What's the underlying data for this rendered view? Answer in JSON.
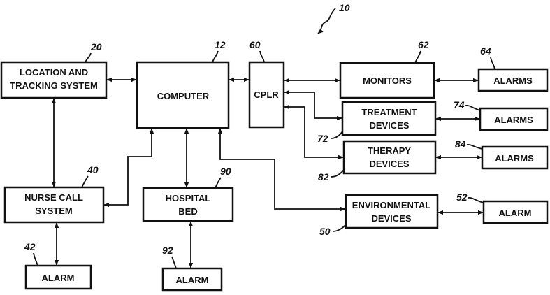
{
  "figure_ref": "10",
  "blocks": {
    "location_tracking": {
      "lines": [
        "LOCATION AND",
        "TRACKING SYSTEM"
      ],
      "ref": "20"
    },
    "computer": {
      "lines": [
        "COMPUTER"
      ],
      "ref": "12"
    },
    "cplr": {
      "lines": [
        "CPLR"
      ],
      "ref": "60"
    },
    "monitors": {
      "lines": [
        "MONITORS"
      ],
      "ref": "62"
    },
    "monitors_alarms": {
      "lines": [
        "ALARMS"
      ],
      "ref": "64"
    },
    "treatment_devices": {
      "lines": [
        "TREATMENT",
        "DEVICES"
      ],
      "ref": "72"
    },
    "treatment_alarms": {
      "lines": [
        "ALARMS"
      ],
      "ref": "74"
    },
    "therapy_devices": {
      "lines": [
        "THERAPY",
        "DEVICES"
      ],
      "ref": "82"
    },
    "therapy_alarms": {
      "lines": [
        "ALARMS"
      ],
      "ref": "84"
    },
    "nurse_call": {
      "lines": [
        "NURSE CALL",
        "SYSTEM"
      ],
      "ref": "40"
    },
    "nurse_alarm": {
      "lines": [
        "ALARM"
      ],
      "ref": "42"
    },
    "hospital_bed": {
      "lines": [
        "HOSPITAL",
        "BED"
      ],
      "ref": "90"
    },
    "bed_alarm": {
      "lines": [
        "ALARM"
      ],
      "ref": "92"
    },
    "environmental_devices": {
      "lines": [
        "ENVIRONMENTAL",
        "DEVICES"
      ],
      "ref": "50"
    },
    "environmental_alarm": {
      "lines": [
        "ALARM"
      ],
      "ref": "52"
    }
  }
}
